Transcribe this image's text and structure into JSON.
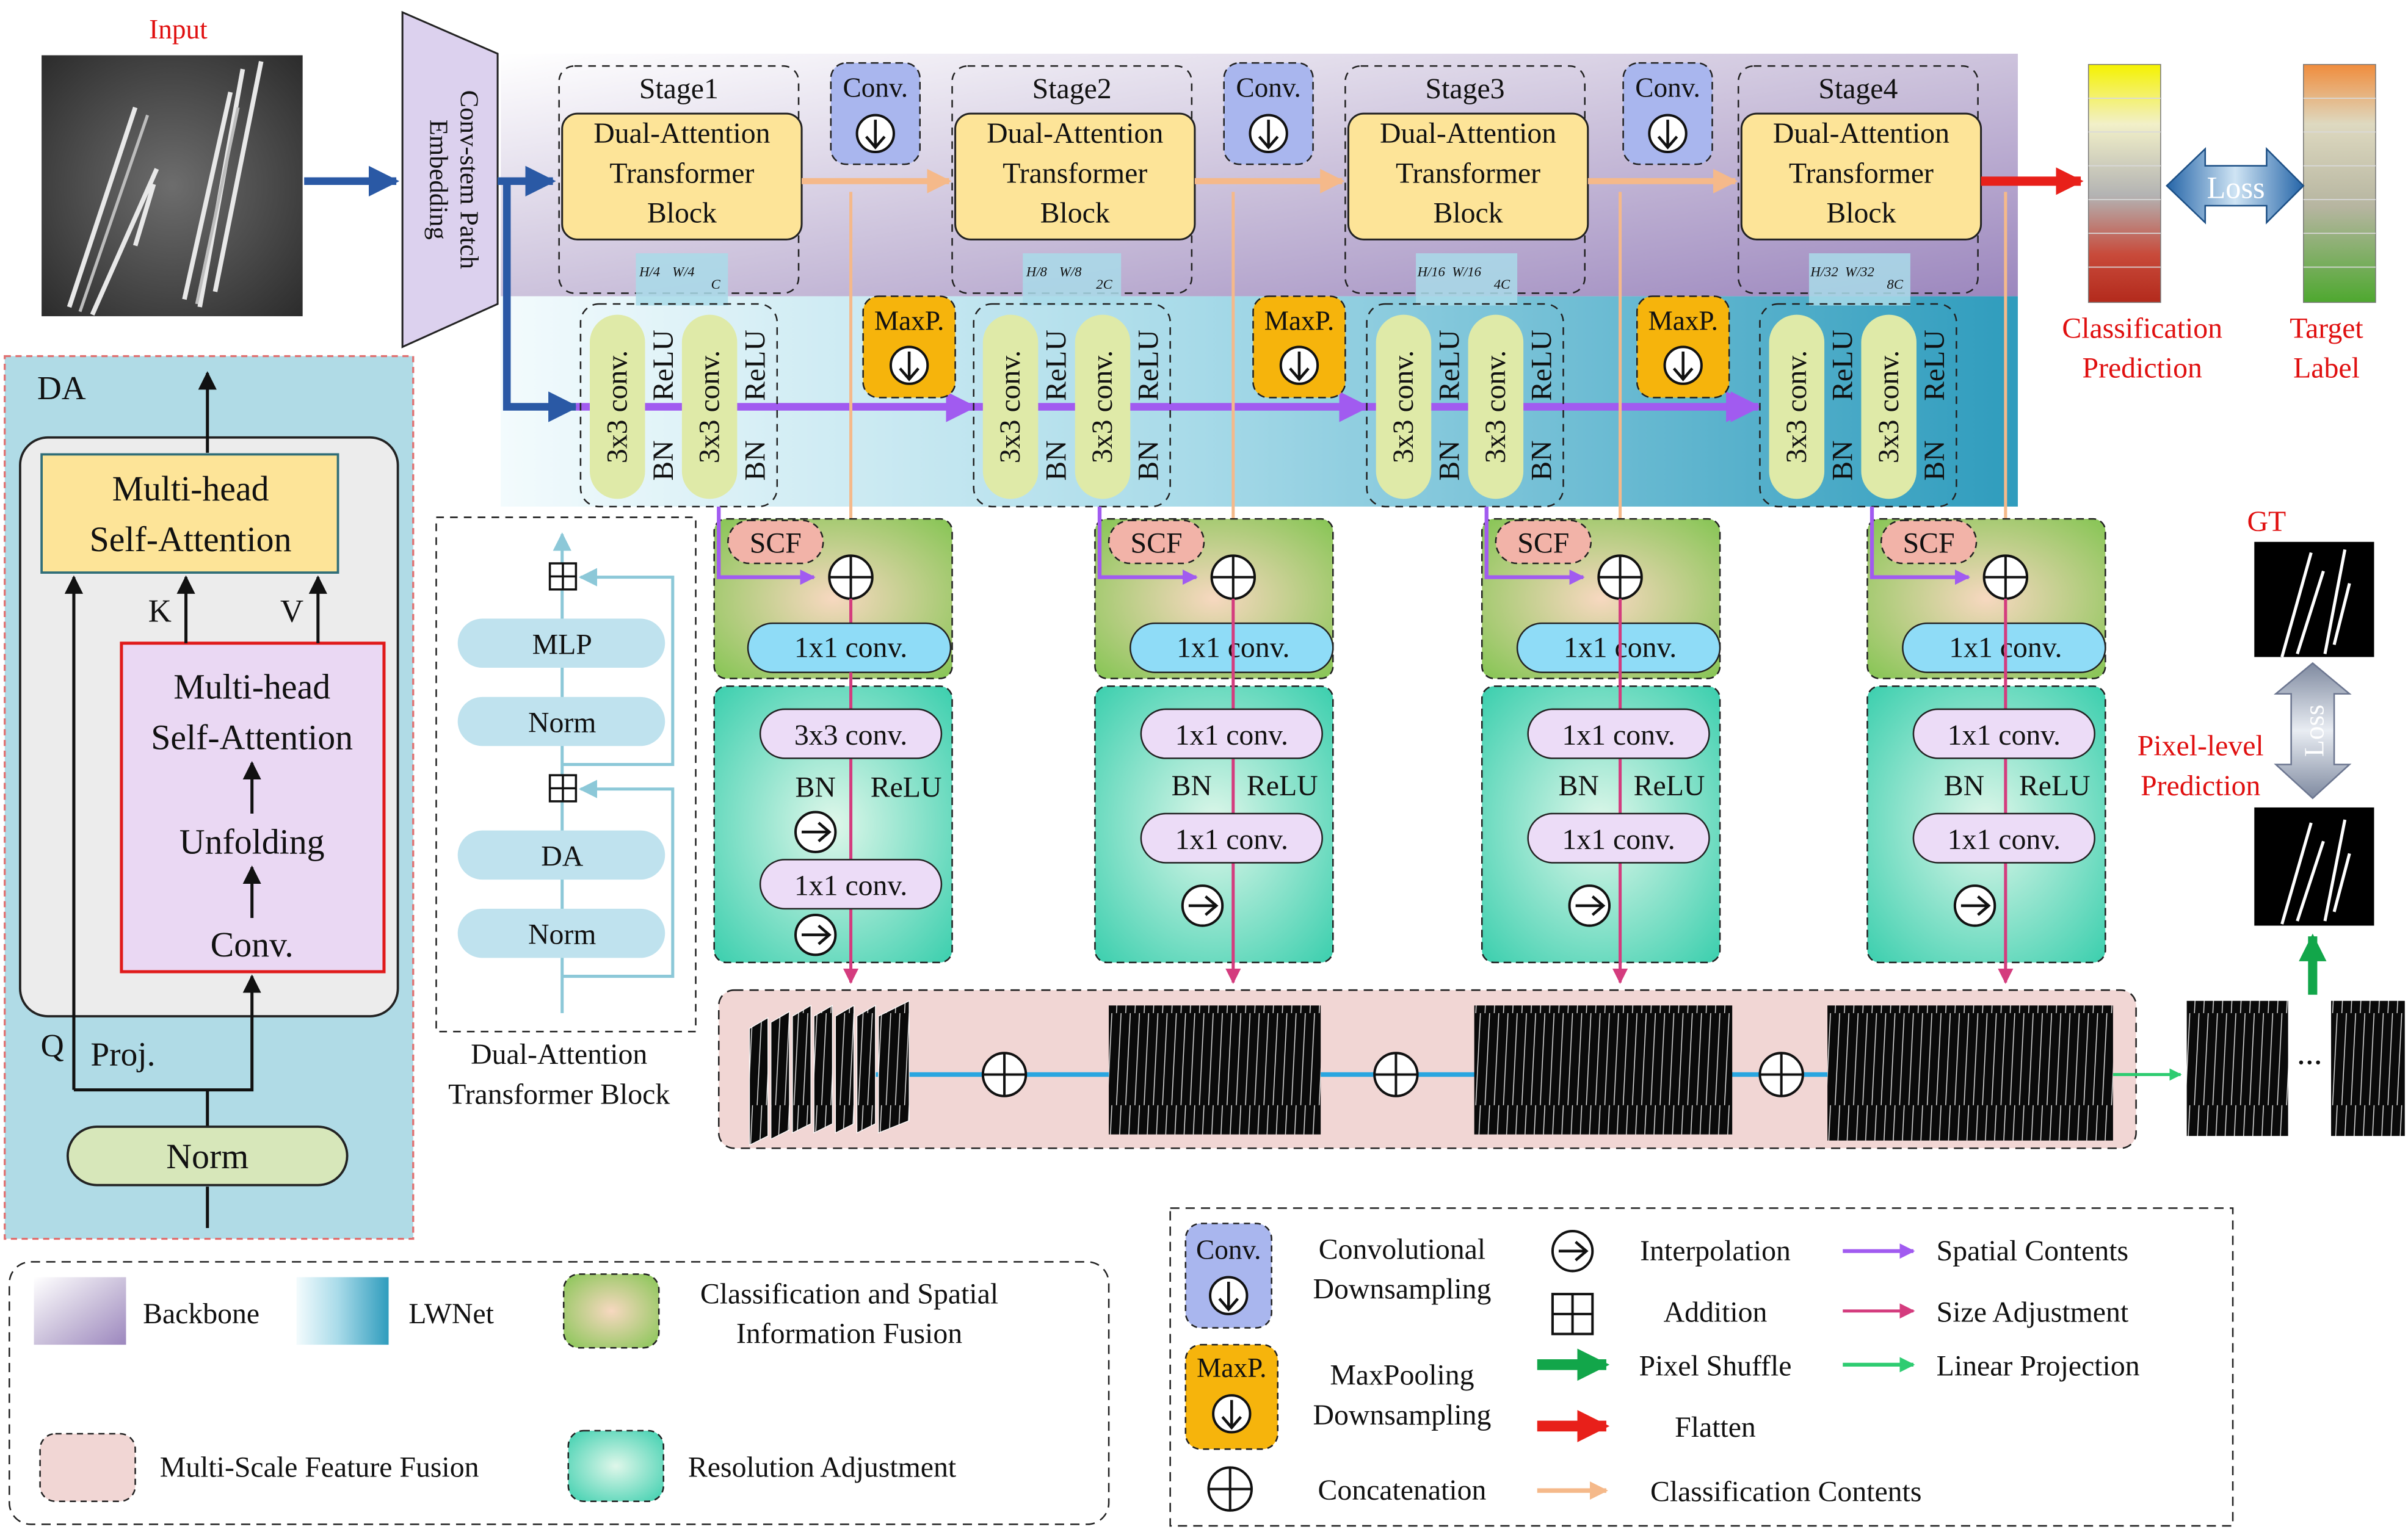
{
  "input_label": "Input",
  "embedding_label": [
    "Conv-stem Patch",
    "Embedding"
  ],
  "stages": [
    {
      "title": "Stage1",
      "block": [
        "Dual-Attention",
        "Transformer",
        "Block"
      ],
      "dims": [
        "H/4",
        "W/4",
        "C"
      ]
    },
    {
      "title": "Stage2",
      "block": [
        "Dual-Attention",
        "Transformer",
        "Block"
      ],
      "dims": [
        "H/8",
        "W/8",
        "2C"
      ]
    },
    {
      "title": "Stage3",
      "block": [
        "Dual-Attention",
        "Transformer",
        "Block"
      ],
      "dims": [
        "H/16",
        "W/16",
        "4C"
      ]
    },
    {
      "title": "Stage4",
      "block": [
        "Dual-Attention",
        "Transformer",
        "Block"
      ],
      "dims": [
        "H/32",
        "W/32",
        "8C"
      ]
    }
  ],
  "conv_label": "Conv.",
  "maxp_label": "MaxP.",
  "lw_block": {
    "conv": "3x3 conv.",
    "bn": "BN",
    "relu": "ReLU"
  },
  "scf_label": "SCF",
  "fusion_conv": "1x1 conv.",
  "res_blocks": [
    {
      "top": "3x3 conv.",
      "bn": "BN",
      "relu": "ReLU",
      "bottom": "1x1 conv."
    },
    {
      "top": "1x1 conv.",
      "bn": "BN",
      "relu": "ReLU",
      "bottom": "1x1 conv."
    },
    {
      "top": "1x1 conv.",
      "bn": "BN",
      "relu": "ReLU",
      "bottom": "1x1 conv."
    },
    {
      "top": "1x1 conv.",
      "bn": "BN",
      "relu": "ReLU",
      "bottom": "1x1 conv."
    }
  ],
  "loss_label": "Loss",
  "classification_prediction": [
    "Classification",
    "Prediction"
  ],
  "target_label": [
    "Target",
    "Label"
  ],
  "gt_label": "GT",
  "pixel_prediction": [
    "Pixel-level",
    "Prediction"
  ],
  "da_panel": {
    "title": "DA",
    "mhsa_top": [
      "Multi-head",
      "Self-Attention"
    ],
    "mhsa_inner": [
      "Multi-head",
      "Self-Attention"
    ],
    "unfolding": "Unfolding",
    "conv": "Conv.",
    "k": "K",
    "v": "V",
    "q": "Q",
    "proj": "Proj.",
    "norm": "Norm"
  },
  "dat_block": {
    "mlp": "MLP",
    "norm1": "Norm",
    "da": "DA",
    "norm2": "Norm",
    "caption": [
      "Dual-Attention",
      "Transformer  Block"
    ]
  },
  "legend_left": {
    "backbone": "Backbone",
    "lwnet": "LWNet",
    "csif": [
      "Classification and Spatial",
      "Information Fusion"
    ],
    "msff": "Multi-Scale Feature Fusion",
    "resadj": "Resolution Adjustment"
  },
  "legend_right": {
    "conv_down": [
      "Convolutional",
      "Downsampling"
    ],
    "maxp_down": [
      "MaxPooling",
      "Downsampling"
    ],
    "concatenation": "Concatenation",
    "interpolation": "Interpolation",
    "addition": "Addition",
    "pixel_shuffle": "Pixel Shuffle",
    "flatten": "Flatten",
    "spatial": "Spatial Contents",
    "size_adj": "Size Adjustment",
    "linear_proj": "Linear Projection",
    "class_contents": "Classification Contents"
  },
  "ellipsis": "..."
}
